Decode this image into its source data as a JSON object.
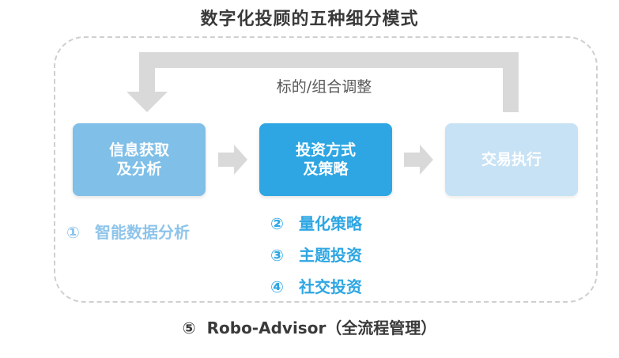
{
  "title": "数字化投顾的五种细分模式",
  "loop_label": "标的/组合调整",
  "boxes": [
    {
      "label": "信息获取\n及分析",
      "color": "#7fbfe8"
    },
    {
      "label": "投资方式\n及策略",
      "color": "#2da6e3"
    },
    {
      "label": "交易执行",
      "color": "#c7e2f4"
    }
  ],
  "modes": [
    {
      "num": "①",
      "label": "智能数据分析"
    },
    {
      "num": "②",
      "label": "量化策略"
    },
    {
      "num": "③",
      "label": "主题投资"
    },
    {
      "num": "④",
      "label": "社交投资"
    }
  ],
  "footer": {
    "num": "⑤",
    "label": "Robo-Advisor（全流程管理）"
  },
  "colors": {
    "arrow": "#d9d9d9",
    "frame": "#cfcfcf",
    "accent": "#2da6e3",
    "light_accent": "#8ec4ea"
  }
}
